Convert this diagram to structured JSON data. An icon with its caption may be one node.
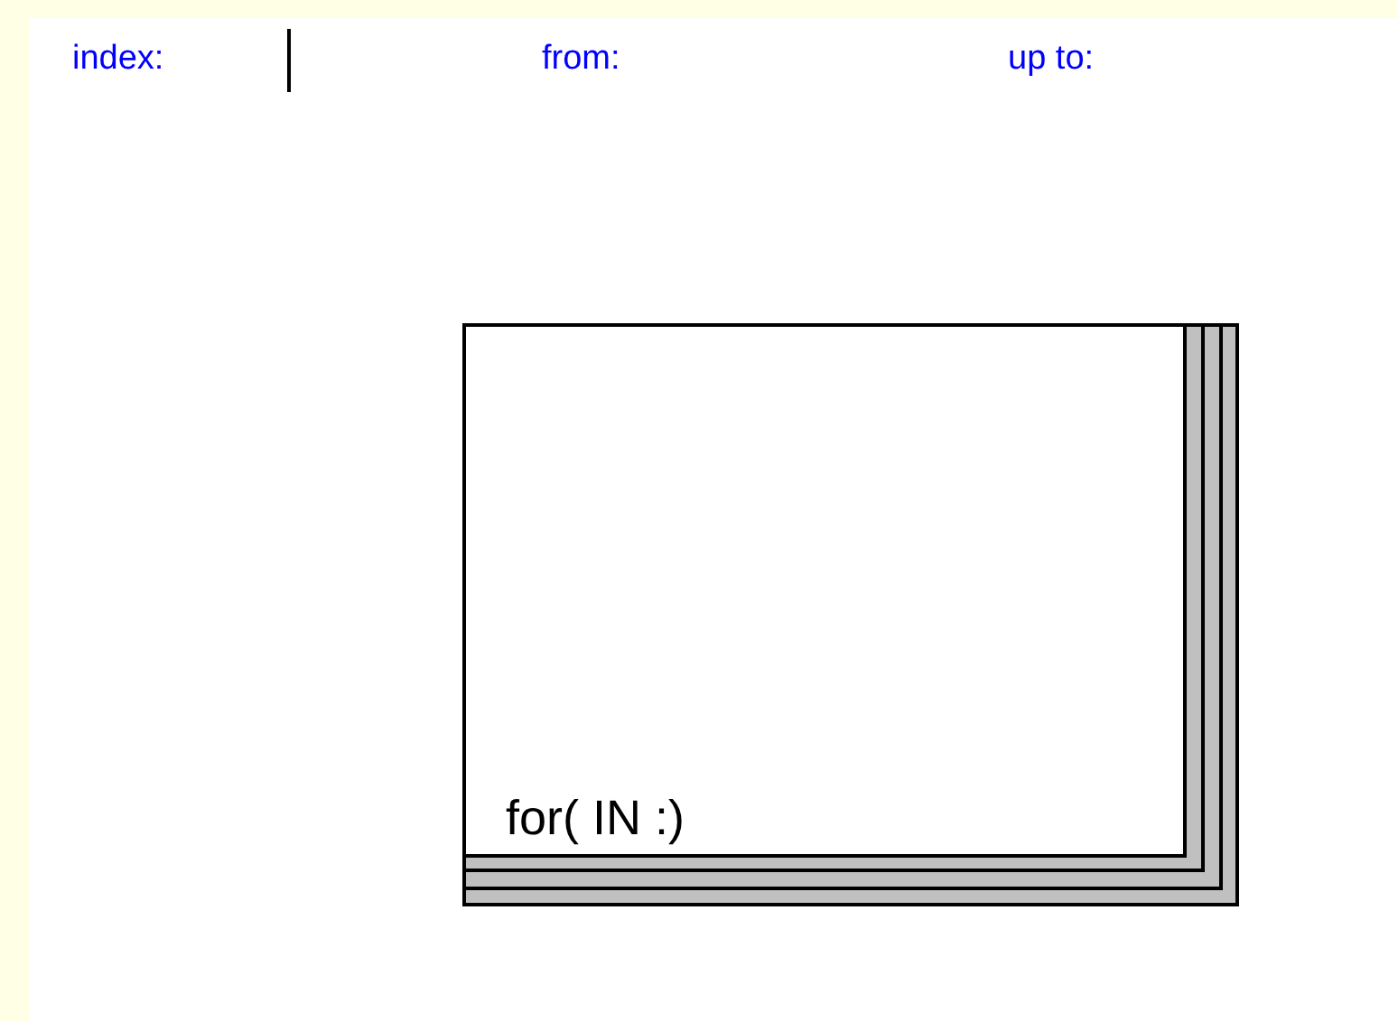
{
  "diagram": {
    "nodes": [
      {
        "text": [
          "for( IN :)"
        ]
      }
    ],
    "labels": [
      "index:",
      "from:",
      "up to:"
    ]
  }
}
